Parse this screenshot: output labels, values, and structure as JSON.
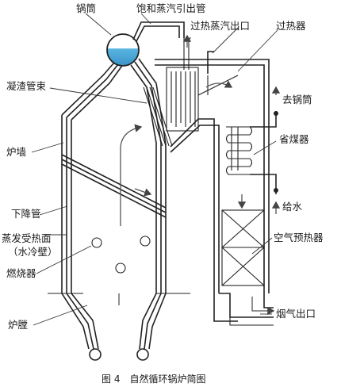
{
  "labels": {
    "drum": "锅筒",
    "saturated_steam_pipe": "饱和蒸汽引出管",
    "superheated_steam_outlet": "过热蒸汽出口",
    "superheater": "过热器",
    "slag_screen": "凝渣管束",
    "to_drum": "去锅筒",
    "furnace_wall": "炉墙",
    "economizer": "省煤器",
    "feed_water": "给水",
    "downcomer": "下降管",
    "evap_surface_1": "蒸发受热面",
    "evap_surface_2": "（水冷壁）",
    "air_preheater": "空气预热器",
    "burner": "燃烧器",
    "flue_gas_outlet": "烟气出口",
    "furnace": "炉膛"
  },
  "caption": "图 4　自然循环锅炉简图",
  "colors": {
    "line": "#222222",
    "drum_water": "#5ab4e0",
    "gray_fill": "#d8d8d8"
  }
}
